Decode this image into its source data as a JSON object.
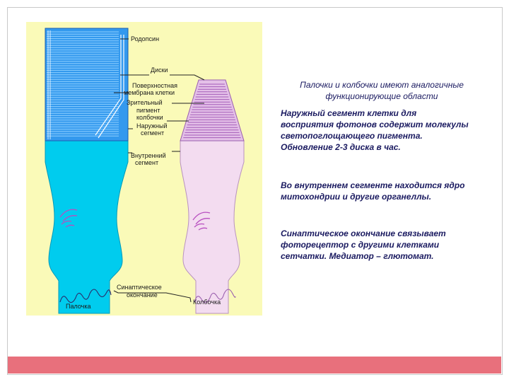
{
  "diagram": {
    "labels": {
      "rhodopsin": "Родопсин",
      "discs": "Диски",
      "surface_membrane": [
        "Поверхностная",
        "мембрана клетки"
      ],
      "visual_pigment": [
        "Зрительный",
        "пигмент",
        "колбочки"
      ],
      "outer_segment": [
        "Наружный",
        "сегмент"
      ],
      "inner_segment": [
        "Внутренний",
        "сегмент"
      ],
      "synaptic_ending": [
        "Синаптическое",
        "окончание"
      ],
      "rod": "Палочка",
      "cone": "Колбочка"
    },
    "colors": {
      "panel": "#fafab8",
      "rod": "#00ccee",
      "rod_outer": "#3399ee",
      "cone": "#f3dcf0",
      "cone_outer": "#c89ad0"
    }
  },
  "text": {
    "heading_lines": [
      "Палочки и колбочки  имеют аналогичные",
      "функционирующие области"
    ],
    "outer_segment_lines": [
      "Наружный сегмент  клетки для",
      "восприятия фотонов содержит молекулы",
      "светопоглощающего пигмента.",
      "Обновление 2-3 диска в час."
    ],
    "inner_segment_lines": [
      "Во внутреннем сегменте находится ядро",
      "митохондрии и другие органеллы."
    ],
    "synaptic_lines": [
      "Синаптическое окончание  связывает",
      "фоторецептор с другими клетками",
      "сетчатки.  Медиатор – глютомат."
    ]
  }
}
